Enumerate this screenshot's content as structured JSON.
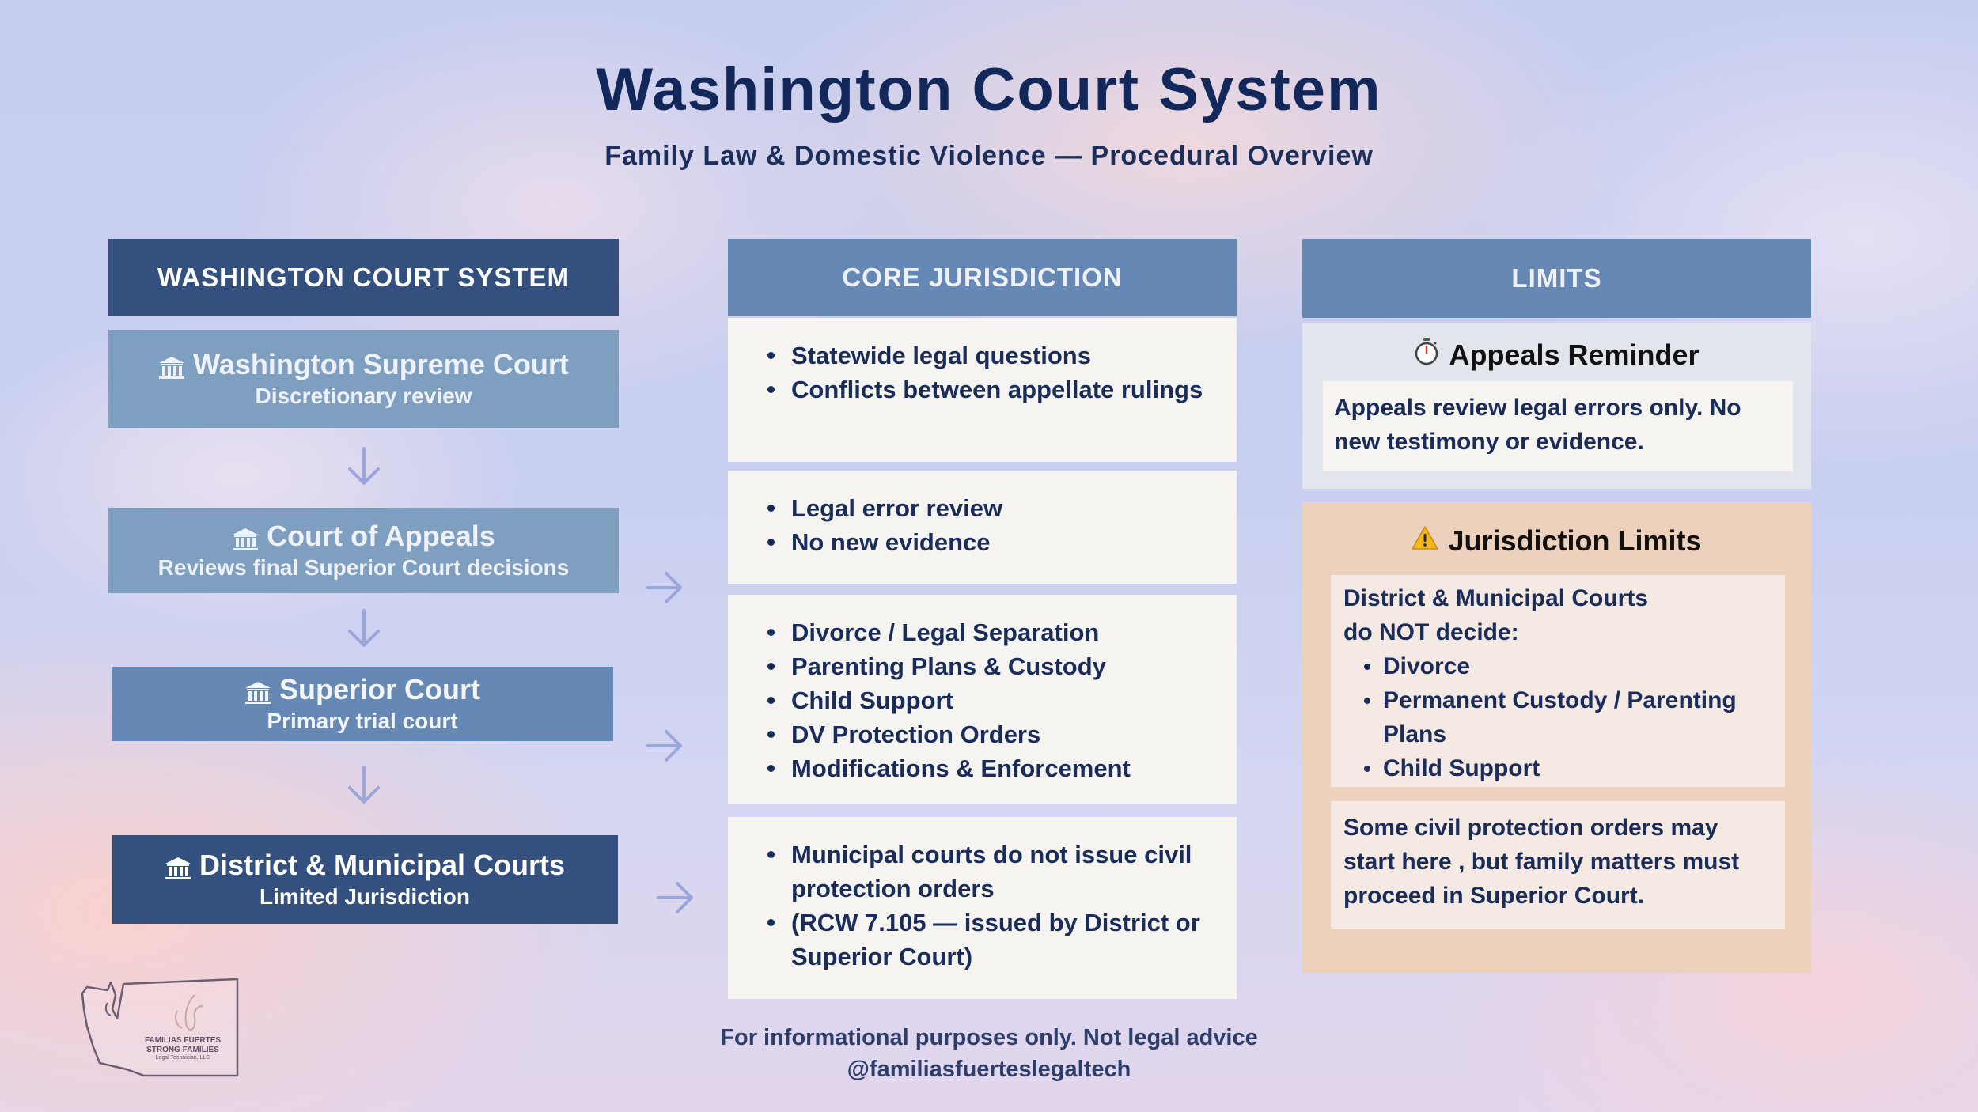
{
  "header": {
    "title": "Washington Court System",
    "subtitle": "Family Law & Domestic Violence — Procedural Overview"
  },
  "columns": {
    "courts_header": "WASHINGTON COURT SYSTEM",
    "jurisdiction_header": "CORE JURISDICTION",
    "limits_header": "LIMITS"
  },
  "courts": [
    {
      "name": "Washington Supreme Court",
      "desc": "Discretionary review",
      "icon": "courthouse-icon"
    },
    {
      "name": "Court of Appeals",
      "desc": "Reviews final Superior Court decisions",
      "icon": "courthouse-icon"
    },
    {
      "name": "Superior Court",
      "desc": "Primary trial court",
      "icon": "courthouse-icon"
    },
    {
      "name": "District & Municipal Courts",
      "desc": "Limited Jurisdiction",
      "icon": "courthouse-icon"
    }
  ],
  "jurisdiction": [
    {
      "items": [
        "Statewide legal questions",
        "Conflicts between appellate rulings"
      ]
    },
    {
      "items": [
        "Legal error review",
        "No new evidence"
      ]
    },
    {
      "items": [
        "Divorce / Legal Separation",
        "Parenting Plans & Custody",
        "Child Support",
        "DV Protection Orders",
        "Modifications & Enforcement"
      ]
    },
    {
      "items": [
        "Municipal courts do not issue civil protection orders",
        " (RCW 7.105 — issued by District or Superior Court)"
      ]
    }
  ],
  "limits": {
    "appeals": {
      "icon": "stopwatch-icon",
      "title": "Appeals Reminder",
      "text": "Appeals review legal errors only. No new testimony or evidence."
    },
    "jurisdiction": {
      "icon": "warning-icon",
      "title": "Jurisdiction Limits",
      "intro_line1": "District & Municipal Courts",
      "intro_line2": "do NOT decide:",
      "items": [
        "Divorce",
        "Permanent Custody / Parenting Plans",
        "Child Support"
      ],
      "note": "Some civil protection orders may start here , but family matters must proceed in Superior Court."
    }
  },
  "footer": {
    "disclaimer": "For informational purposes only. Not legal advice",
    "handle": "@familiasfuerteslegaltech"
  },
  "logo": {
    "line1": "FAMILIAS FUERTES",
    "line2": "STRONG FAMILIES",
    "line3": "Legal Technician, LLC"
  },
  "colors": {
    "navy": "#34507f",
    "mid_blue": "#6c8db8",
    "light_blue": "#7f9fc0",
    "panel": "#f6f4f1",
    "peach": "#ecd2bd",
    "title": "#13285a",
    "arrow": "#9aa6dc"
  }
}
